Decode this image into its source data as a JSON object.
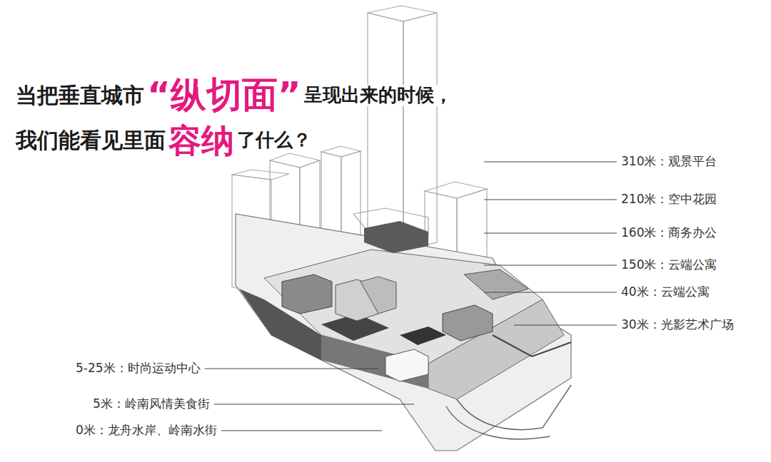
{
  "diagram": {
    "labels": [
      "当把垂直城市",
      "“纵切面”",
      "呈现出来的时候，",
      "我们能看见里面",
      "容纳",
      "了什么？",
      "310米：观景平台",
      "210米：空中花园",
      "160米：商务办公",
      "150米：云端公寓",
      "40米：云端公寓",
      "30米：光影艺术广场",
      "5-25米：时尚运动中心",
      "5米：岭南风情美食街",
      "0米：龙舟水岸、岭南水街"
    ]
  }
}
